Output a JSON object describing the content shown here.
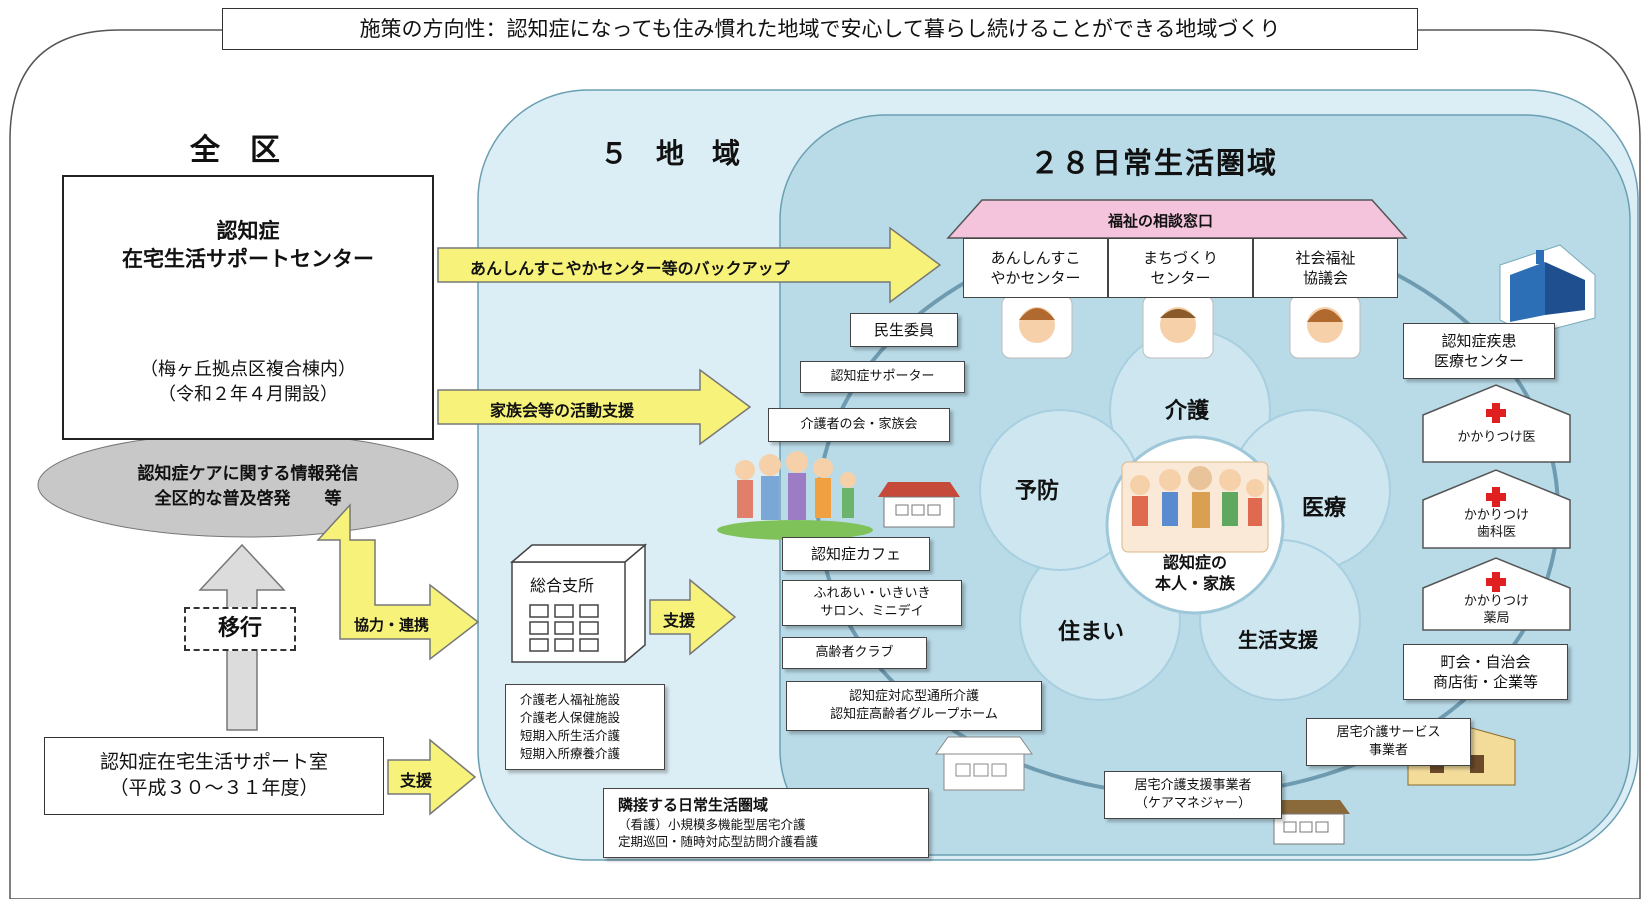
{
  "policy_title": "施策の方向性：認知症になっても住み慣れた地域で安心して暮らし続けることができる地域づくり",
  "zones": {
    "whole_ward": "全　区",
    "five_regions": "５　地　域",
    "daily_life_areas": "２８日常生活圏域"
  },
  "support_center": {
    "name": "認知症\n在宅生活サポートセンター",
    "location": "（梅ヶ丘拠点区複合棟内）\n（令和２年４月開設）"
  },
  "info_ellipse": "認知症ケアに関する情報発信\n全区的な普及啓発　　等",
  "transition_label": "移行",
  "support_room": "認知症在宅生活サポート室\n（平成３０～３１年度）",
  "arrows": {
    "backup": "あんしんすこやかセンター等のバックアップ",
    "family": "家族会等の活動支援",
    "cooperation": "協力・連携",
    "support_branch": "支援",
    "support_room": "支援"
  },
  "branch_office": "総合支所",
  "facilities": "介護老人福祉施設\n介護老人保健施設\n短期入所生活介護\n短期入所療養介護",
  "adjacent_area": {
    "title": "隣接する日常生活圏域",
    "body": "（看護）小規模多機能型居宅介護\n定期巡回・随時対応型訪問介護看護"
  },
  "consultation_window": {
    "roof": "福祉の相談窓口",
    "offices": [
      "あんしんすこ\nやかセンター",
      "まちづくり\nセンター",
      "社会福祉\n協議会"
    ]
  },
  "left_ring_items": [
    "民生委員",
    "認知症サポーター",
    "介護者の会・家族会",
    "認知症カフェ",
    "ふれあい・いきいき\nサロン、ミニデイ",
    "高齢者クラブ",
    "認知症対応型通所介護\n認知症高齢者グループホーム"
  ],
  "bottom_ring_items": [
    "居宅介護支援事業者\n（ケアマネジャー）",
    "居宅介護サービス\n事業者"
  ],
  "right_ring_items": [
    "認知症疾患\n医療センター",
    "かかりつけ医",
    "かかりつけ\n歯科医",
    "かかりつけ\n薬局",
    "町会・自治会\n商店街・企業等"
  ],
  "petals": [
    "介護",
    "医療",
    "生活支援",
    "住まい",
    "予防"
  ],
  "center_label": "認知症の\n本人・家族",
  "colors": {
    "region_bg": "#dceef5",
    "daily_bg": "#b9dbe8",
    "arrow_yellow": "#f7f27a",
    "petal": "#cde6f0",
    "ellipse_gray": "#c8c8c8",
    "roof_pink": "#f4c4dc"
  }
}
